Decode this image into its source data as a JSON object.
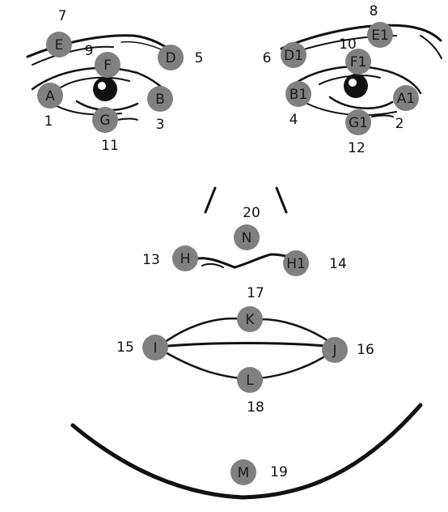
{
  "colors": {
    "marker_fill": "#808080",
    "line": "#111111",
    "background": "#ffffff"
  },
  "markers": [
    {
      "id": "A",
      "label": "A",
      "number": "1"
    },
    {
      "id": "B",
      "label": "B",
      "number": "3"
    },
    {
      "id": "D",
      "label": "D",
      "number": "5"
    },
    {
      "id": "E",
      "label": "E",
      "number": "7"
    },
    {
      "id": "F",
      "label": "F",
      "number": "9"
    },
    {
      "id": "G",
      "label": "G",
      "number": "11"
    },
    {
      "id": "A1",
      "label": "A1",
      "number": "2"
    },
    {
      "id": "B1",
      "label": "B1",
      "number": "4"
    },
    {
      "id": "D1",
      "label": "D1",
      "number": "6"
    },
    {
      "id": "E1",
      "label": "E1",
      "number": "8"
    },
    {
      "id": "F1",
      "label": "F1",
      "number": "10"
    },
    {
      "id": "G1",
      "label": "G1",
      "number": "12"
    },
    {
      "id": "H",
      "label": "H",
      "number": "13"
    },
    {
      "id": "H1",
      "label": "H1",
      "number": "14"
    },
    {
      "id": "I",
      "label": "I",
      "number": "15"
    },
    {
      "id": "J",
      "label": "J",
      "number": "16"
    },
    {
      "id": "K",
      "label": "K",
      "number": "17"
    },
    {
      "id": "L",
      "label": "L",
      "number": "18"
    },
    {
      "id": "M",
      "label": "M",
      "number": "19"
    },
    {
      "id": "N",
      "label": "N",
      "number": "20"
    }
  ]
}
